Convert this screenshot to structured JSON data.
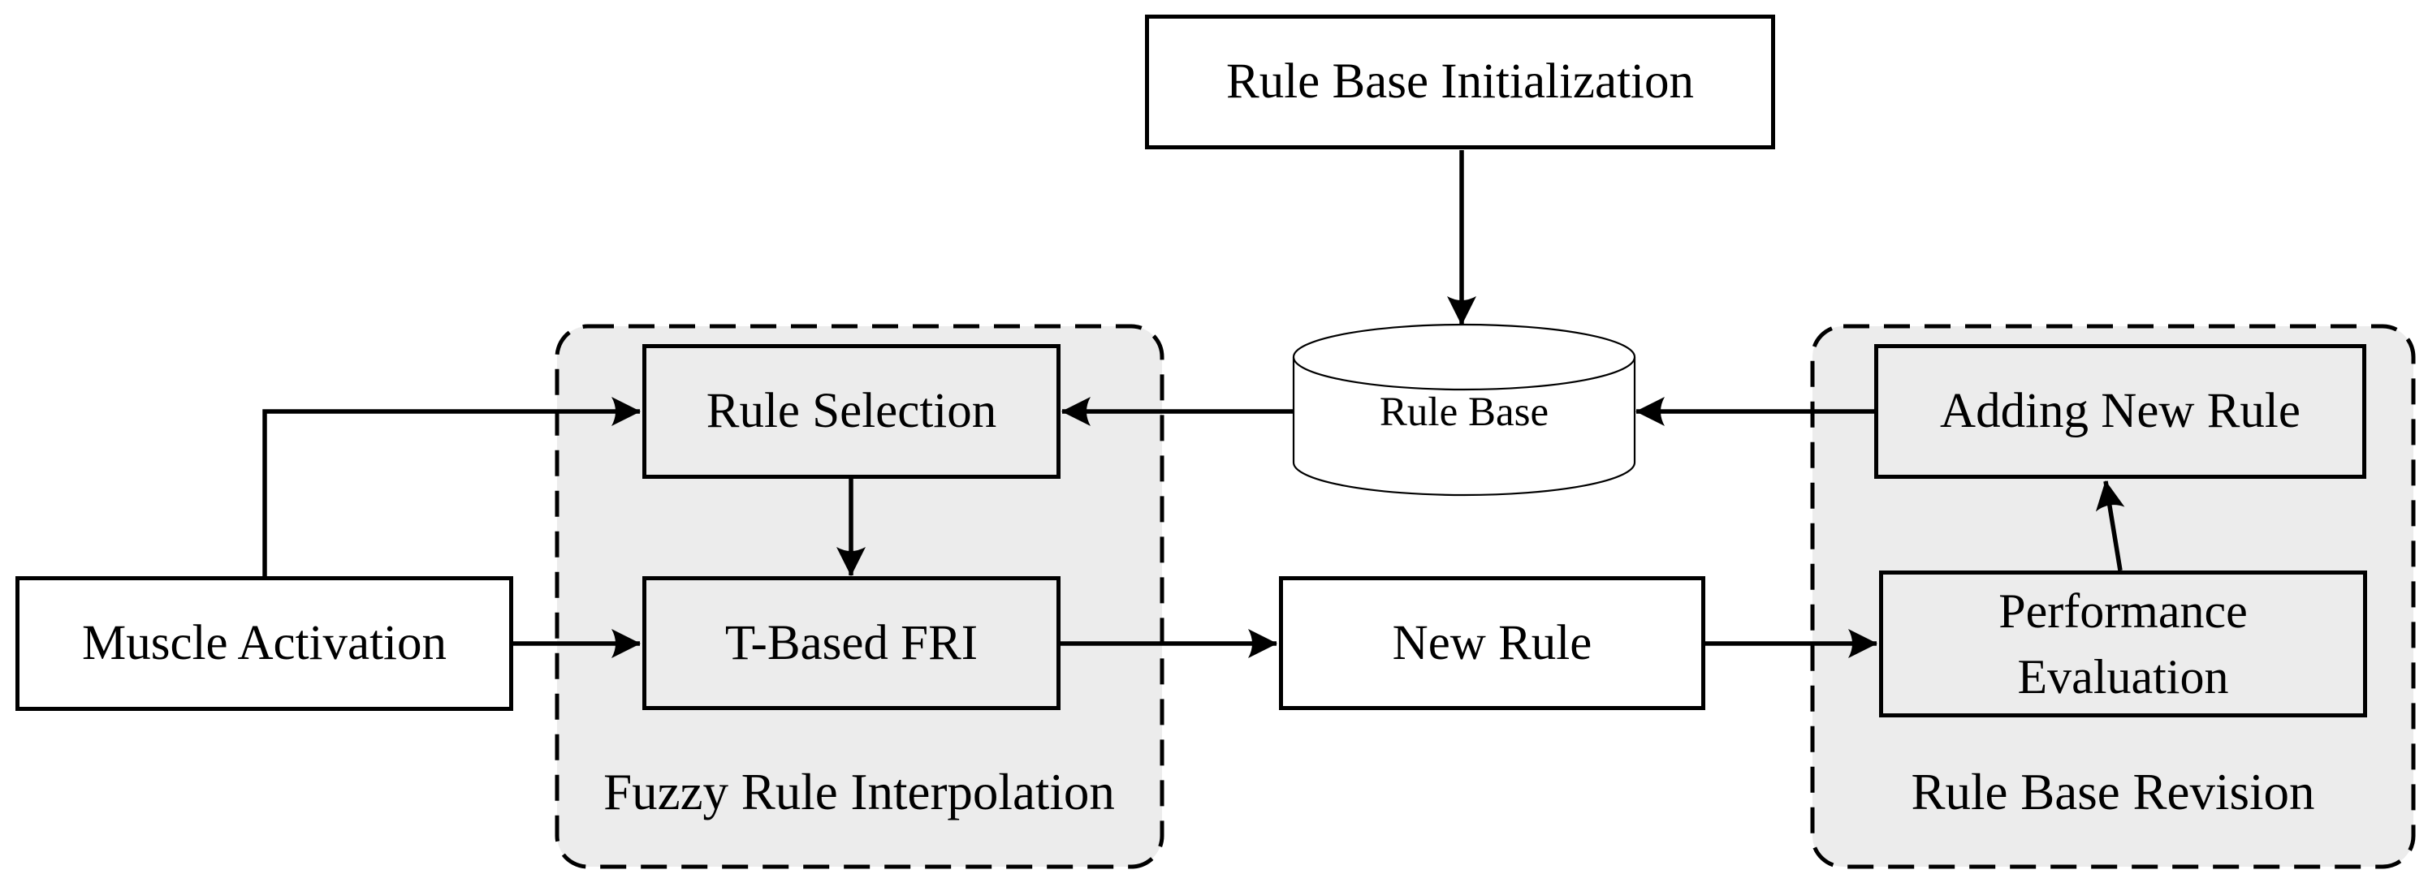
{
  "diagram": {
    "nodes": {
      "rule_base_initialization": "Rule Base Initialization",
      "rule_base": "Rule Base",
      "muscle_activation": "Muscle Activation",
      "rule_selection": "Rule Selection",
      "t_based_fri": "T-Based FRI",
      "new_rule": "New Rule",
      "performance_evaluation_line1": "Performance",
      "performance_evaluation_line2": "Evaluation",
      "adding_new_rule": "Adding New Rule"
    },
    "groups": {
      "fuzzy_rule_interpolation": "Fuzzy Rule Interpolation",
      "rule_base_revision": "Rule Base Revision"
    },
    "colors": {
      "group_fill": "#ececec",
      "stroke": "#000000",
      "node_fill": "#ffffff"
    },
    "edges": [
      {
        "from": "Rule Base Initialization",
        "to": "Rule Base"
      },
      {
        "from": "Rule Base",
        "to": "Rule Selection"
      },
      {
        "from": "Adding New Rule",
        "to": "Rule Base"
      },
      {
        "from": "Muscle Activation",
        "to": "Rule Selection"
      },
      {
        "from": "Muscle Activation",
        "to": "T-Based FRI"
      },
      {
        "from": "Rule Selection",
        "to": "T-Based FRI"
      },
      {
        "from": "T-Based FRI",
        "to": "New Rule"
      },
      {
        "from": "New Rule",
        "to": "Performance Evaluation"
      },
      {
        "from": "Performance Evaluation",
        "to": "Adding New Rule"
      }
    ]
  }
}
